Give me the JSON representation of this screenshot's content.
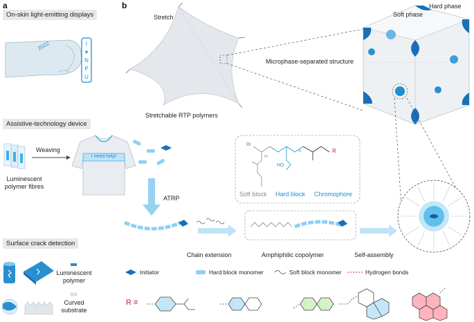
{
  "panel_a": {
    "letter": "a",
    "sections": [
      {
        "title": "On-skin light-emitting displays"
      },
      {
        "title": "Assistive-technology device"
      },
      {
        "title": "Surface crack detection"
      }
    ],
    "hand_text": "2022",
    "band_letters": [
      "I",
      "♥",
      "N",
      "P",
      "U"
    ],
    "weaving_label": "Weaving",
    "fibre_label_1": "Luminescent",
    "fibre_label_2": "polymer fibres",
    "shirt_text": "I need help!",
    "lum_polymer_1": "Luminescent",
    "lum_polymer_2": "polymer",
    "curved_1": "Curved",
    "curved_2": "substrate"
  },
  "panel_b": {
    "letter": "b",
    "stretch": "Stretch",
    "stretchable": "Stretchable RTP polymers",
    "micro": "Microphase-separated structure",
    "soft_phase": "Soft phase",
    "hard_phase": "Hard phase",
    "atrp": "ATRP",
    "chain_extension": "Chain extension",
    "amphiphilic": "Amphiphilic copolymer",
    "self_assembly": "Self-assembly",
    "soft_block": "Soft block",
    "hard_block": "Hard block",
    "chromophore": "Chromophore",
    "chem": {
      "br": "Br",
      "m": "m",
      "n": "n",
      "ho": "HO",
      "r": "R"
    },
    "legend": {
      "initiator": "Initiator",
      "hard_monomer": "Hard block monomer",
      "soft_monomer": "Soft block monomer",
      "hbonds": "Hydrogen bonds"
    },
    "r_eq": "R ≡"
  }
}
